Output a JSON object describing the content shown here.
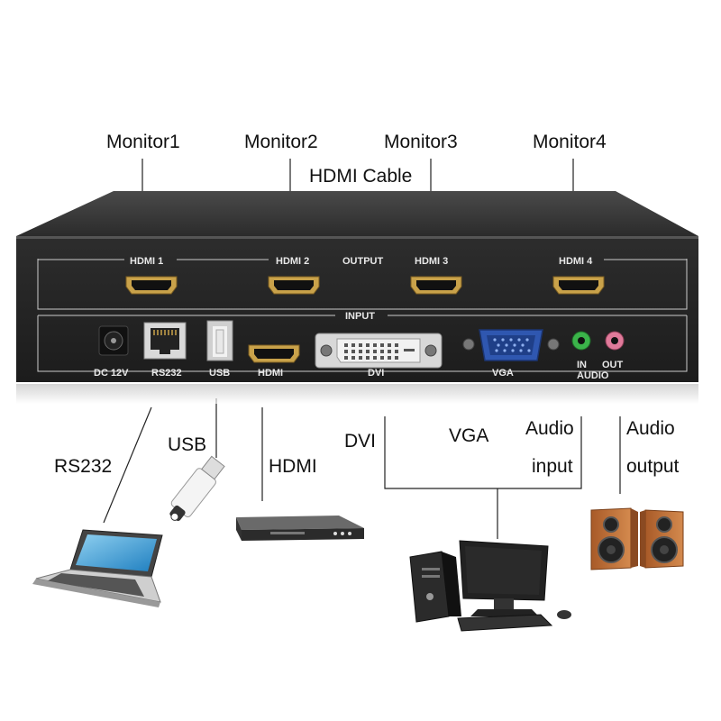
{
  "callouts": {
    "monitor1": "Monitor1",
    "monitor2": "Monitor2",
    "monitor3": "Monitor3",
    "monitor4": "Monitor4",
    "hdmi_cable": "HDMI Cable",
    "rs232": "RS232",
    "usb": "USB",
    "hdmi": "HDMI",
    "dvi": "DVI",
    "vga": "VGA",
    "audio_input_line1": "Audio",
    "audio_input_line2": "input",
    "audio_output_line1": "Audio",
    "audio_output_line2": "output"
  },
  "panel": {
    "hdmi1": "HDMI 1",
    "hdmi2": "HDMI 2",
    "output": "OUTPUT",
    "hdmi3": "HDMI 3",
    "hdmi4": "HDMI 4",
    "input": "INPUT",
    "dc12v": "DC 12V",
    "rs232": "RS232",
    "usb": "USB",
    "hdmi": "HDMI",
    "dvi": "DVI",
    "vga": "VGA",
    "audio": "AUDIO",
    "in": "IN",
    "out": "OUT"
  },
  "colors": {
    "chassis": "#2a2a2a",
    "connector_gold": "#c9a24a",
    "vga_blue": "#2f57b0",
    "audio_in_green": "#3bb34a",
    "audio_out_pink": "#e07a9a",
    "speaker_wood": "#c4743a"
  }
}
